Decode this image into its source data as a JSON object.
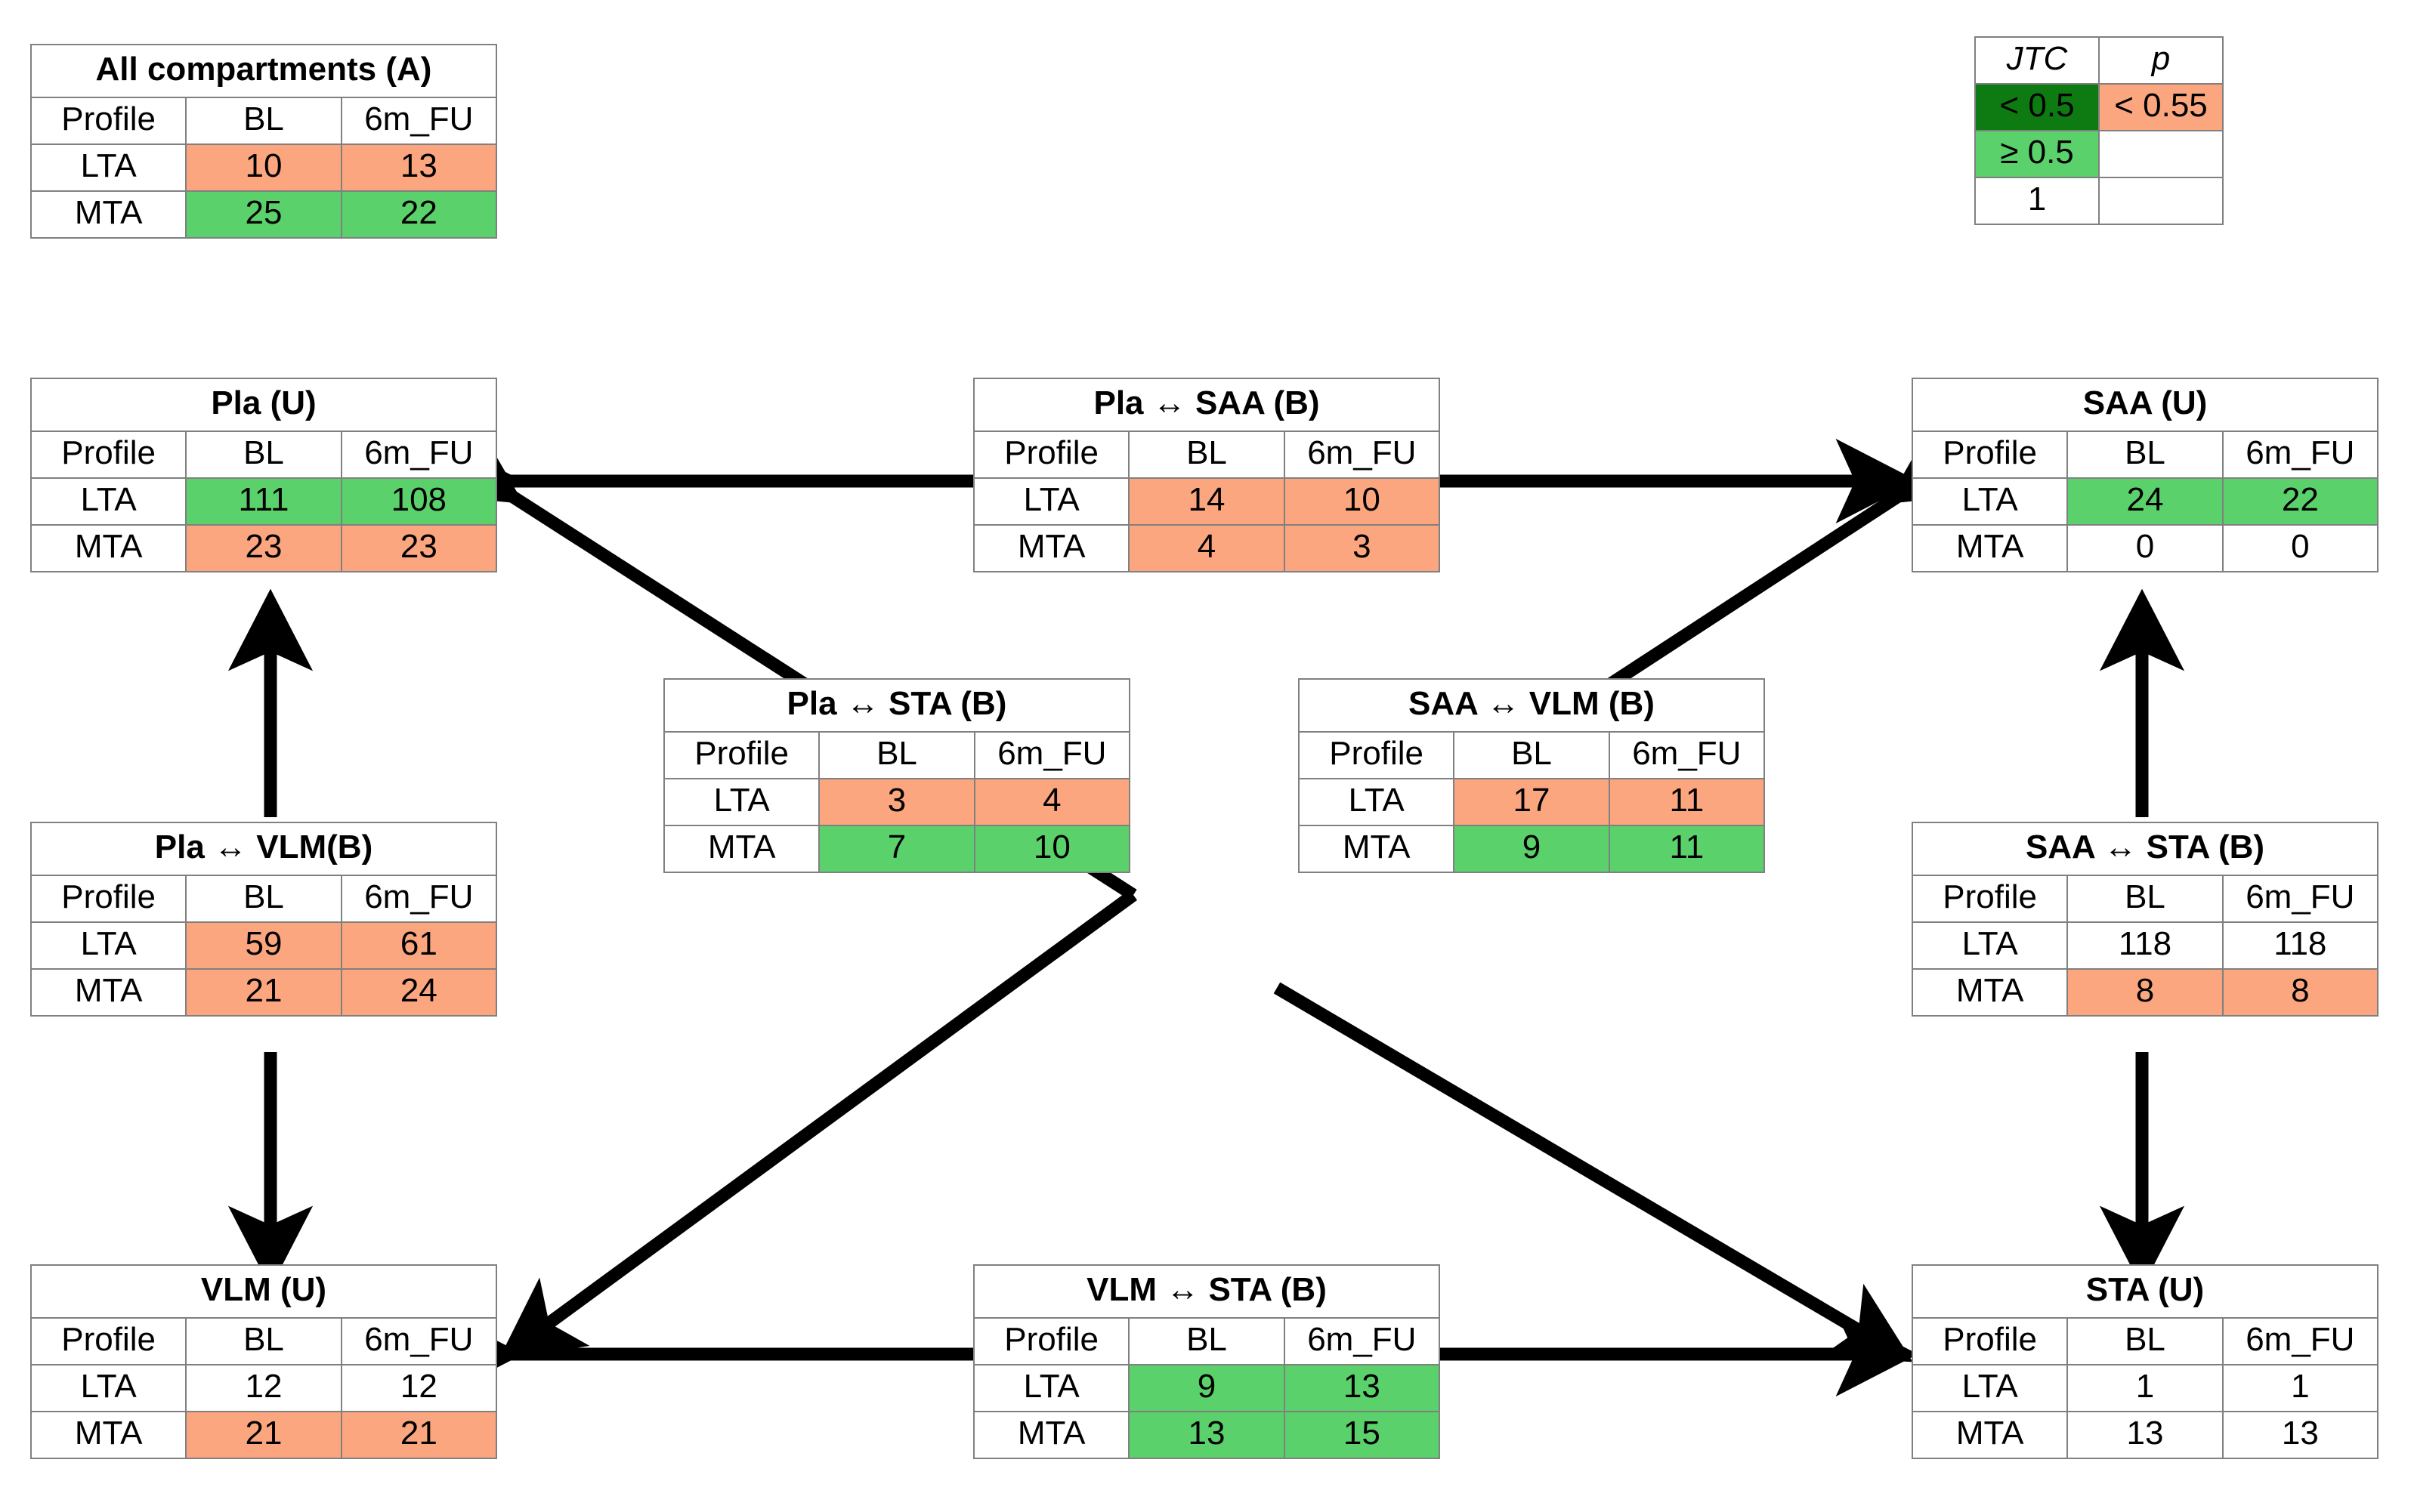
{
  "figure": {
    "kind": "compartment-network-diagram",
    "column_headers": [
      "Profile",
      "BL",
      "6m_FU"
    ],
    "row_labels": [
      "LTA",
      "MTA"
    ]
  },
  "colors": {
    "green": "#5BD16B",
    "orange": "#FBA67F",
    "dark_green": "#0E7A12",
    "white": "#FFFFFF",
    "border": "#808080",
    "arrow": "#000000"
  },
  "legend": {
    "name": "legend-table",
    "headers": [
      "JTC",
      "p"
    ],
    "rows": [
      {
        "jtc": "< 0.5",
        "jtc_fill": "darkgreen",
        "p": "< 0.55",
        "p_fill": "orange"
      },
      {
        "jtc": "≥ 0.5",
        "jtc_fill": "green",
        "p": "",
        "p_fill": "white"
      },
      {
        "jtc": "1",
        "jtc_fill": "white",
        "p": "",
        "p_fill": "white"
      }
    ]
  },
  "tables": [
    {
      "id": "all-compartments",
      "title": "All compartments (A)",
      "headers": [
        "Profile",
        "BL",
        "6m_FU"
      ],
      "rows": [
        {
          "label": "LTA",
          "bl": "10",
          "fu": "13",
          "bl_fill": "orange",
          "fu_fill": "orange"
        },
        {
          "label": "MTA",
          "bl": "25",
          "fu": "22",
          "bl_fill": "green",
          "fu_fill": "green"
        }
      ]
    },
    {
      "id": "pla-u",
      "title": "Pla (U)",
      "headers": [
        "Profile",
        "BL",
        "6m_FU"
      ],
      "rows": [
        {
          "label": "LTA",
          "bl": "111",
          "fu": "108",
          "bl_fill": "green",
          "fu_fill": "green"
        },
        {
          "label": "MTA",
          "bl": "23",
          "fu": "23",
          "bl_fill": "orange",
          "fu_fill": "orange"
        }
      ]
    },
    {
      "id": "pla-saa-b",
      "title": "Pla ↔ SAA (B)",
      "headers": [
        "Profile",
        "BL",
        "6m_FU"
      ],
      "rows": [
        {
          "label": "LTA",
          "bl": "14",
          "fu": "10",
          "bl_fill": "orange",
          "fu_fill": "orange"
        },
        {
          "label": "MTA",
          "bl": "4",
          "fu": "3",
          "bl_fill": "orange",
          "fu_fill": "orange"
        }
      ]
    },
    {
      "id": "saa-u",
      "title": "SAA (U)",
      "headers": [
        "Profile",
        "BL",
        "6m_FU"
      ],
      "rows": [
        {
          "label": "LTA",
          "bl": "24",
          "fu": "22",
          "bl_fill": "green",
          "fu_fill": "green"
        },
        {
          "label": "MTA",
          "bl": "0",
          "fu": "0",
          "bl_fill": "white",
          "fu_fill": "white"
        }
      ]
    },
    {
      "id": "pla-sta-b",
      "title": "Pla ↔ STA (B)",
      "headers": [
        "Profile",
        "BL",
        "6m_FU"
      ],
      "rows": [
        {
          "label": "LTA",
          "bl": "3",
          "fu": "4",
          "bl_fill": "orange",
          "fu_fill": "orange"
        },
        {
          "label": "MTA",
          "bl": "7",
          "fu": "10",
          "bl_fill": "green",
          "fu_fill": "green"
        }
      ]
    },
    {
      "id": "saa-vlm-b",
      "title": "SAA ↔ VLM (B)",
      "headers": [
        "Profile",
        "BL",
        "6m_FU"
      ],
      "rows": [
        {
          "label": "LTA",
          "bl": "17",
          "fu": "11",
          "bl_fill": "orange",
          "fu_fill": "orange"
        },
        {
          "label": "MTA",
          "bl": "9",
          "fu": "11",
          "bl_fill": "green",
          "fu_fill": "green"
        }
      ]
    },
    {
      "id": "pla-vlm-b",
      "title": "Pla ↔ VLM(B)",
      "headers": [
        "Profile",
        "BL",
        "6m_FU"
      ],
      "rows": [
        {
          "label": "LTA",
          "bl": "59",
          "fu": "61",
          "bl_fill": "orange",
          "fu_fill": "orange"
        },
        {
          "label": "MTA",
          "bl": "21",
          "fu": "24",
          "bl_fill": "orange",
          "fu_fill": "orange"
        }
      ]
    },
    {
      "id": "saa-sta-b",
      "title": "SAA ↔ STA (B)",
      "headers": [
        "Profile",
        "BL",
        "6m_FU"
      ],
      "rows": [
        {
          "label": "LTA",
          "bl": "118",
          "fu": "118",
          "bl_fill": "white",
          "fu_fill": "white"
        },
        {
          "label": "MTA",
          "bl": "8",
          "fu": "8",
          "bl_fill": "orange",
          "fu_fill": "orange"
        }
      ]
    },
    {
      "id": "vlm-u",
      "title": "VLM (U)",
      "headers": [
        "Profile",
        "BL",
        "6m_FU"
      ],
      "rows": [
        {
          "label": "LTA",
          "bl": "12",
          "fu": "12",
          "bl_fill": "white",
          "fu_fill": "white"
        },
        {
          "label": "MTA",
          "bl": "21",
          "fu": "21",
          "bl_fill": "orange",
          "fu_fill": "orange"
        }
      ]
    },
    {
      "id": "vlm-sta-b",
      "title": "VLM ↔ STA (B)",
      "headers": [
        "Profile",
        "BL",
        "6m_FU"
      ],
      "rows": [
        {
          "label": "LTA",
          "bl": "9",
          "fu": "13",
          "bl_fill": "green",
          "fu_fill": "green"
        },
        {
          "label": "MTA",
          "bl": "13",
          "fu": "15",
          "bl_fill": "green",
          "fu_fill": "green"
        }
      ]
    },
    {
      "id": "sta-u",
      "title": "STA (U)",
      "headers": [
        "Profile",
        "BL",
        "6m_FU"
      ],
      "rows": [
        {
          "label": "LTA",
          "bl": "1",
          "fu": "1",
          "bl_fill": "white",
          "fu_fill": "white"
        },
        {
          "label": "MTA",
          "bl": "13",
          "fu": "13",
          "bl_fill": "white",
          "fu_fill": "white"
        }
      ]
    }
  ],
  "connections": [
    {
      "name": "pla-to-saa",
      "from": "Pla (U)",
      "to": "SAA (U)",
      "via": "Pla ↔ SAA (B)",
      "double_headed": true
    },
    {
      "name": "pla-to-vlm",
      "from": "Pla (U)",
      "to": "VLM (U)",
      "via": "Pla ↔ VLM(B)",
      "double_headed": true
    },
    {
      "name": "saa-to-sta",
      "from": "SAA (U)",
      "to": "STA (U)",
      "via": "SAA ↔ STA (B)",
      "double_headed": true
    },
    {
      "name": "vlm-to-sta",
      "from": "VLM (U)",
      "to": "STA (U)",
      "via": "VLM ↔ STA (B)",
      "double_headed": true
    },
    {
      "name": "pla-to-sta",
      "from": "Pla (U)",
      "to": "STA (U)",
      "via": "Pla ↔ STA (B)",
      "double_headed": true
    },
    {
      "name": "saa-to-vlm",
      "from": "SAA (U)",
      "to": "VLM (U)",
      "via": "SAA ↔ VLM (B)",
      "double_headed": true
    }
  ]
}
